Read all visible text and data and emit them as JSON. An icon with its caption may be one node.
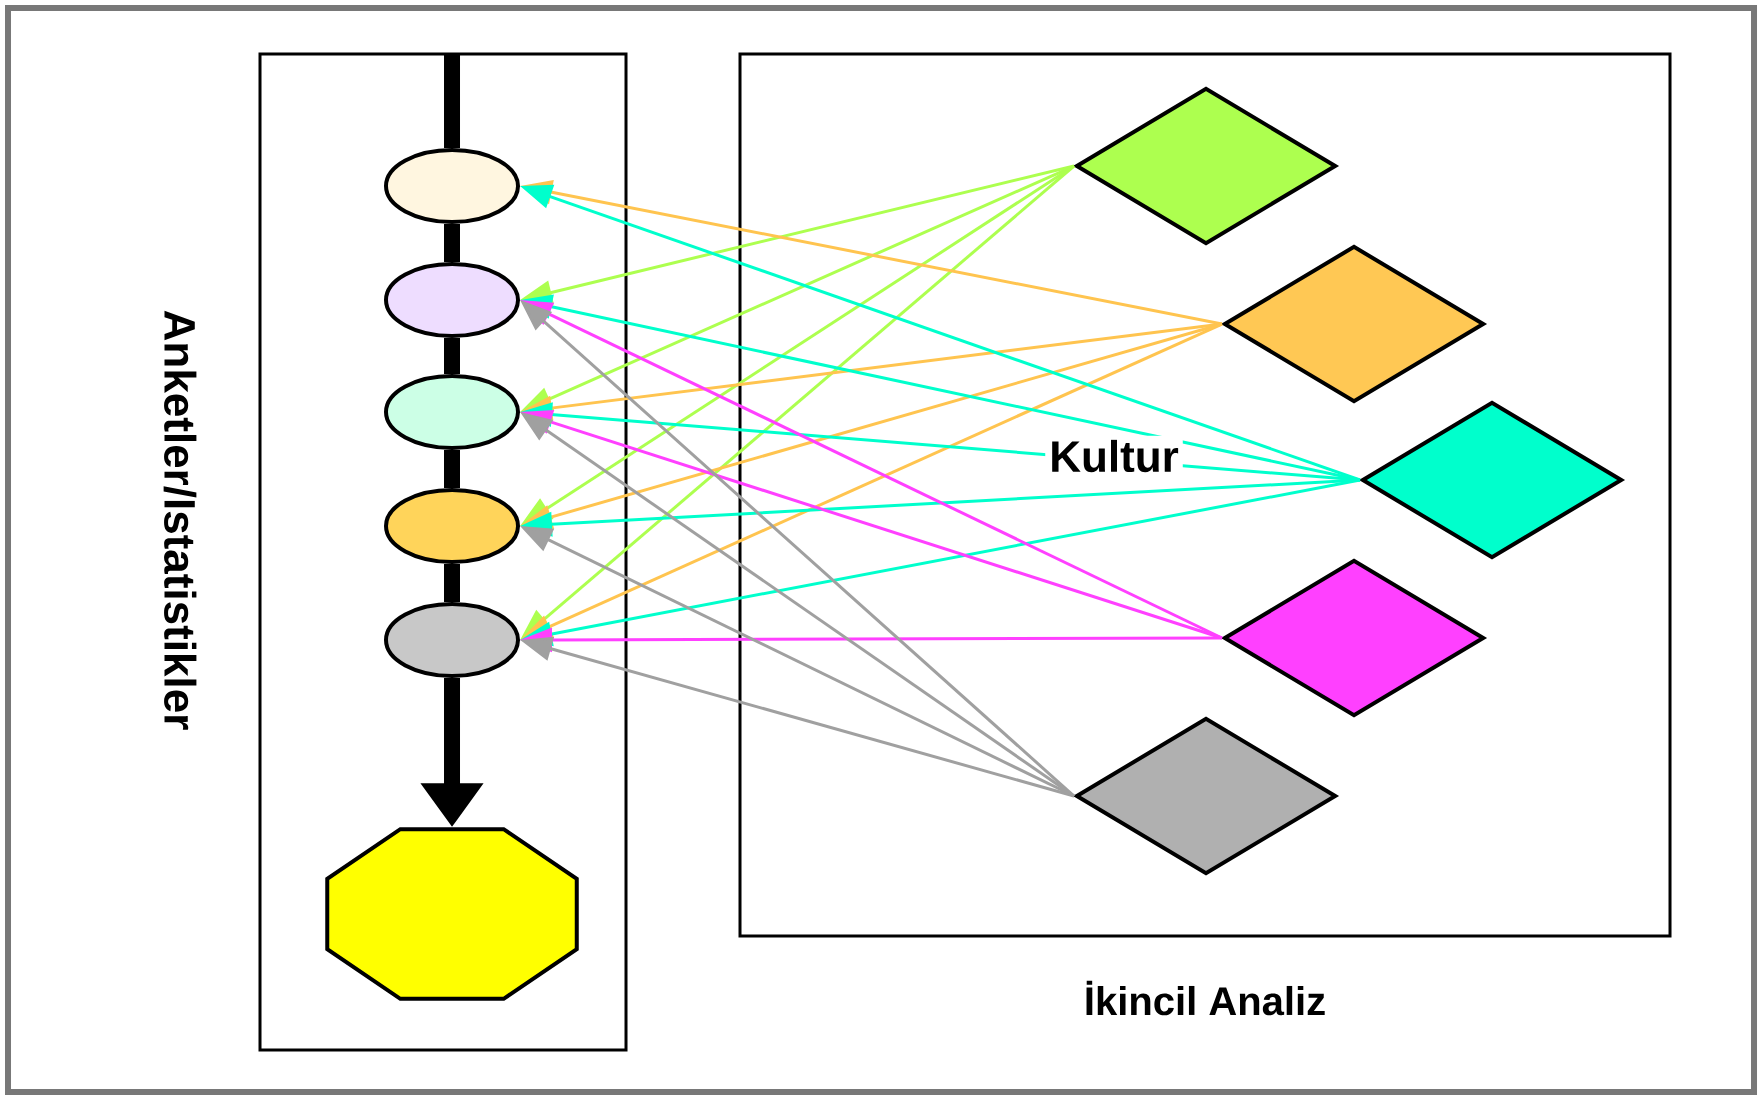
{
  "diagram": {
    "nodes": [
      {
        "text": [
          "Anketler/Istatistikler"
        ]
      },
      {
        "text": [],
        "shape": "ellipse",
        "in": 0
      },
      {
        "text": [],
        "shape": "ellipse",
        "in": 0
      },
      {
        "text": [],
        "shape": "ellipse",
        "in": 0
      },
      {
        "text": [],
        "shape": "ellipse",
        "in": 0
      },
      {
        "text": [],
        "shape": "ellipse",
        "in": 0
      },
      {
        "text": [],
        "shape": "octagon",
        "in": 0
      },
      {
        "text": [
          "Kultur",
          "İkincil Analiz"
        ]
      },
      {
        "text": [],
        "shape": "diamond",
        "in": 7
      },
      {
        "text": [],
        "shape": "diamond",
        "in": 7
      },
      {
        "text": [],
        "shape": "diamond",
        "in": 7
      },
      {
        "text": [],
        "shape": "diamond",
        "in": 7
      },
      {
        "text": [],
        "shape": "diamond",
        "in": 7
      }
    ],
    "edges": [
      {
        "from": null,
        "to": 1,
        "arrow": "none",
        "style": "thick",
        "color": "#000000"
      },
      {
        "from": 1,
        "to": 2,
        "arrow": "none",
        "style": "thick",
        "color": "#000000"
      },
      {
        "from": 2,
        "to": 3,
        "arrow": "none",
        "style": "thick",
        "color": "#000000"
      },
      {
        "from": 3,
        "to": 4,
        "arrow": "none",
        "style": "thick",
        "color": "#000000"
      },
      {
        "from": 4,
        "to": 5,
        "arrow": "none",
        "style": "thick",
        "color": "#000000"
      },
      {
        "from": 5,
        "to": 6,
        "arrow": "to",
        "style": "thick",
        "color": "#000000"
      },
      {
        "from": 8,
        "to": 2,
        "arrow": "to",
        "color": "#adff4f"
      },
      {
        "from": 8,
        "to": 3,
        "arrow": "to",
        "color": "#adff4f"
      },
      {
        "from": 8,
        "to": 4,
        "arrow": "to",
        "color": "#adff4f"
      },
      {
        "from": 8,
        "to": 5,
        "arrow": "to",
        "color": "#adff4f"
      },
      {
        "from": 9,
        "to": 1,
        "arrow": "to",
        "color": "#ffc44f"
      },
      {
        "from": 9,
        "to": 3,
        "arrow": "to",
        "color": "#ffc44f"
      },
      {
        "from": 9,
        "to": 4,
        "arrow": "to",
        "color": "#ffc44f"
      },
      {
        "from": 9,
        "to": 5,
        "arrow": "to",
        "color": "#ffc44f"
      },
      {
        "from": 10,
        "to": 1,
        "arrow": "to",
        "color": "#00ffcc"
      },
      {
        "from": 10,
        "to": 2,
        "arrow": "to",
        "color": "#00ffcc"
      },
      {
        "from": 10,
        "to": 3,
        "arrow": "to",
        "color": "#00ffcc"
      },
      {
        "from": 10,
        "to": 4,
        "arrow": "to",
        "color": "#00ffcc"
      },
      {
        "from": 10,
        "to": 5,
        "arrow": "to",
        "color": "#00ffcc"
      },
      {
        "from": 11,
        "to": 2,
        "arrow": "to",
        "color": "#ff40ff"
      },
      {
        "from": 11,
        "to": 3,
        "arrow": "to",
        "color": "#ff40ff"
      },
      {
        "from": 11,
        "to": 5,
        "arrow": "to",
        "color": "#ff40ff"
      },
      {
        "from": 12,
        "to": 2,
        "arrow": "to",
        "color": "#a0a0a0"
      },
      {
        "from": 12,
        "to": 3,
        "arrow": "to",
        "color": "#a0a0a0"
      },
      {
        "from": 12,
        "to": 4,
        "arrow": "to",
        "color": "#a0a0a0"
      },
      {
        "from": 12,
        "to": 5,
        "arrow": "to",
        "color": "#a0a0a0"
      }
    ]
  }
}
